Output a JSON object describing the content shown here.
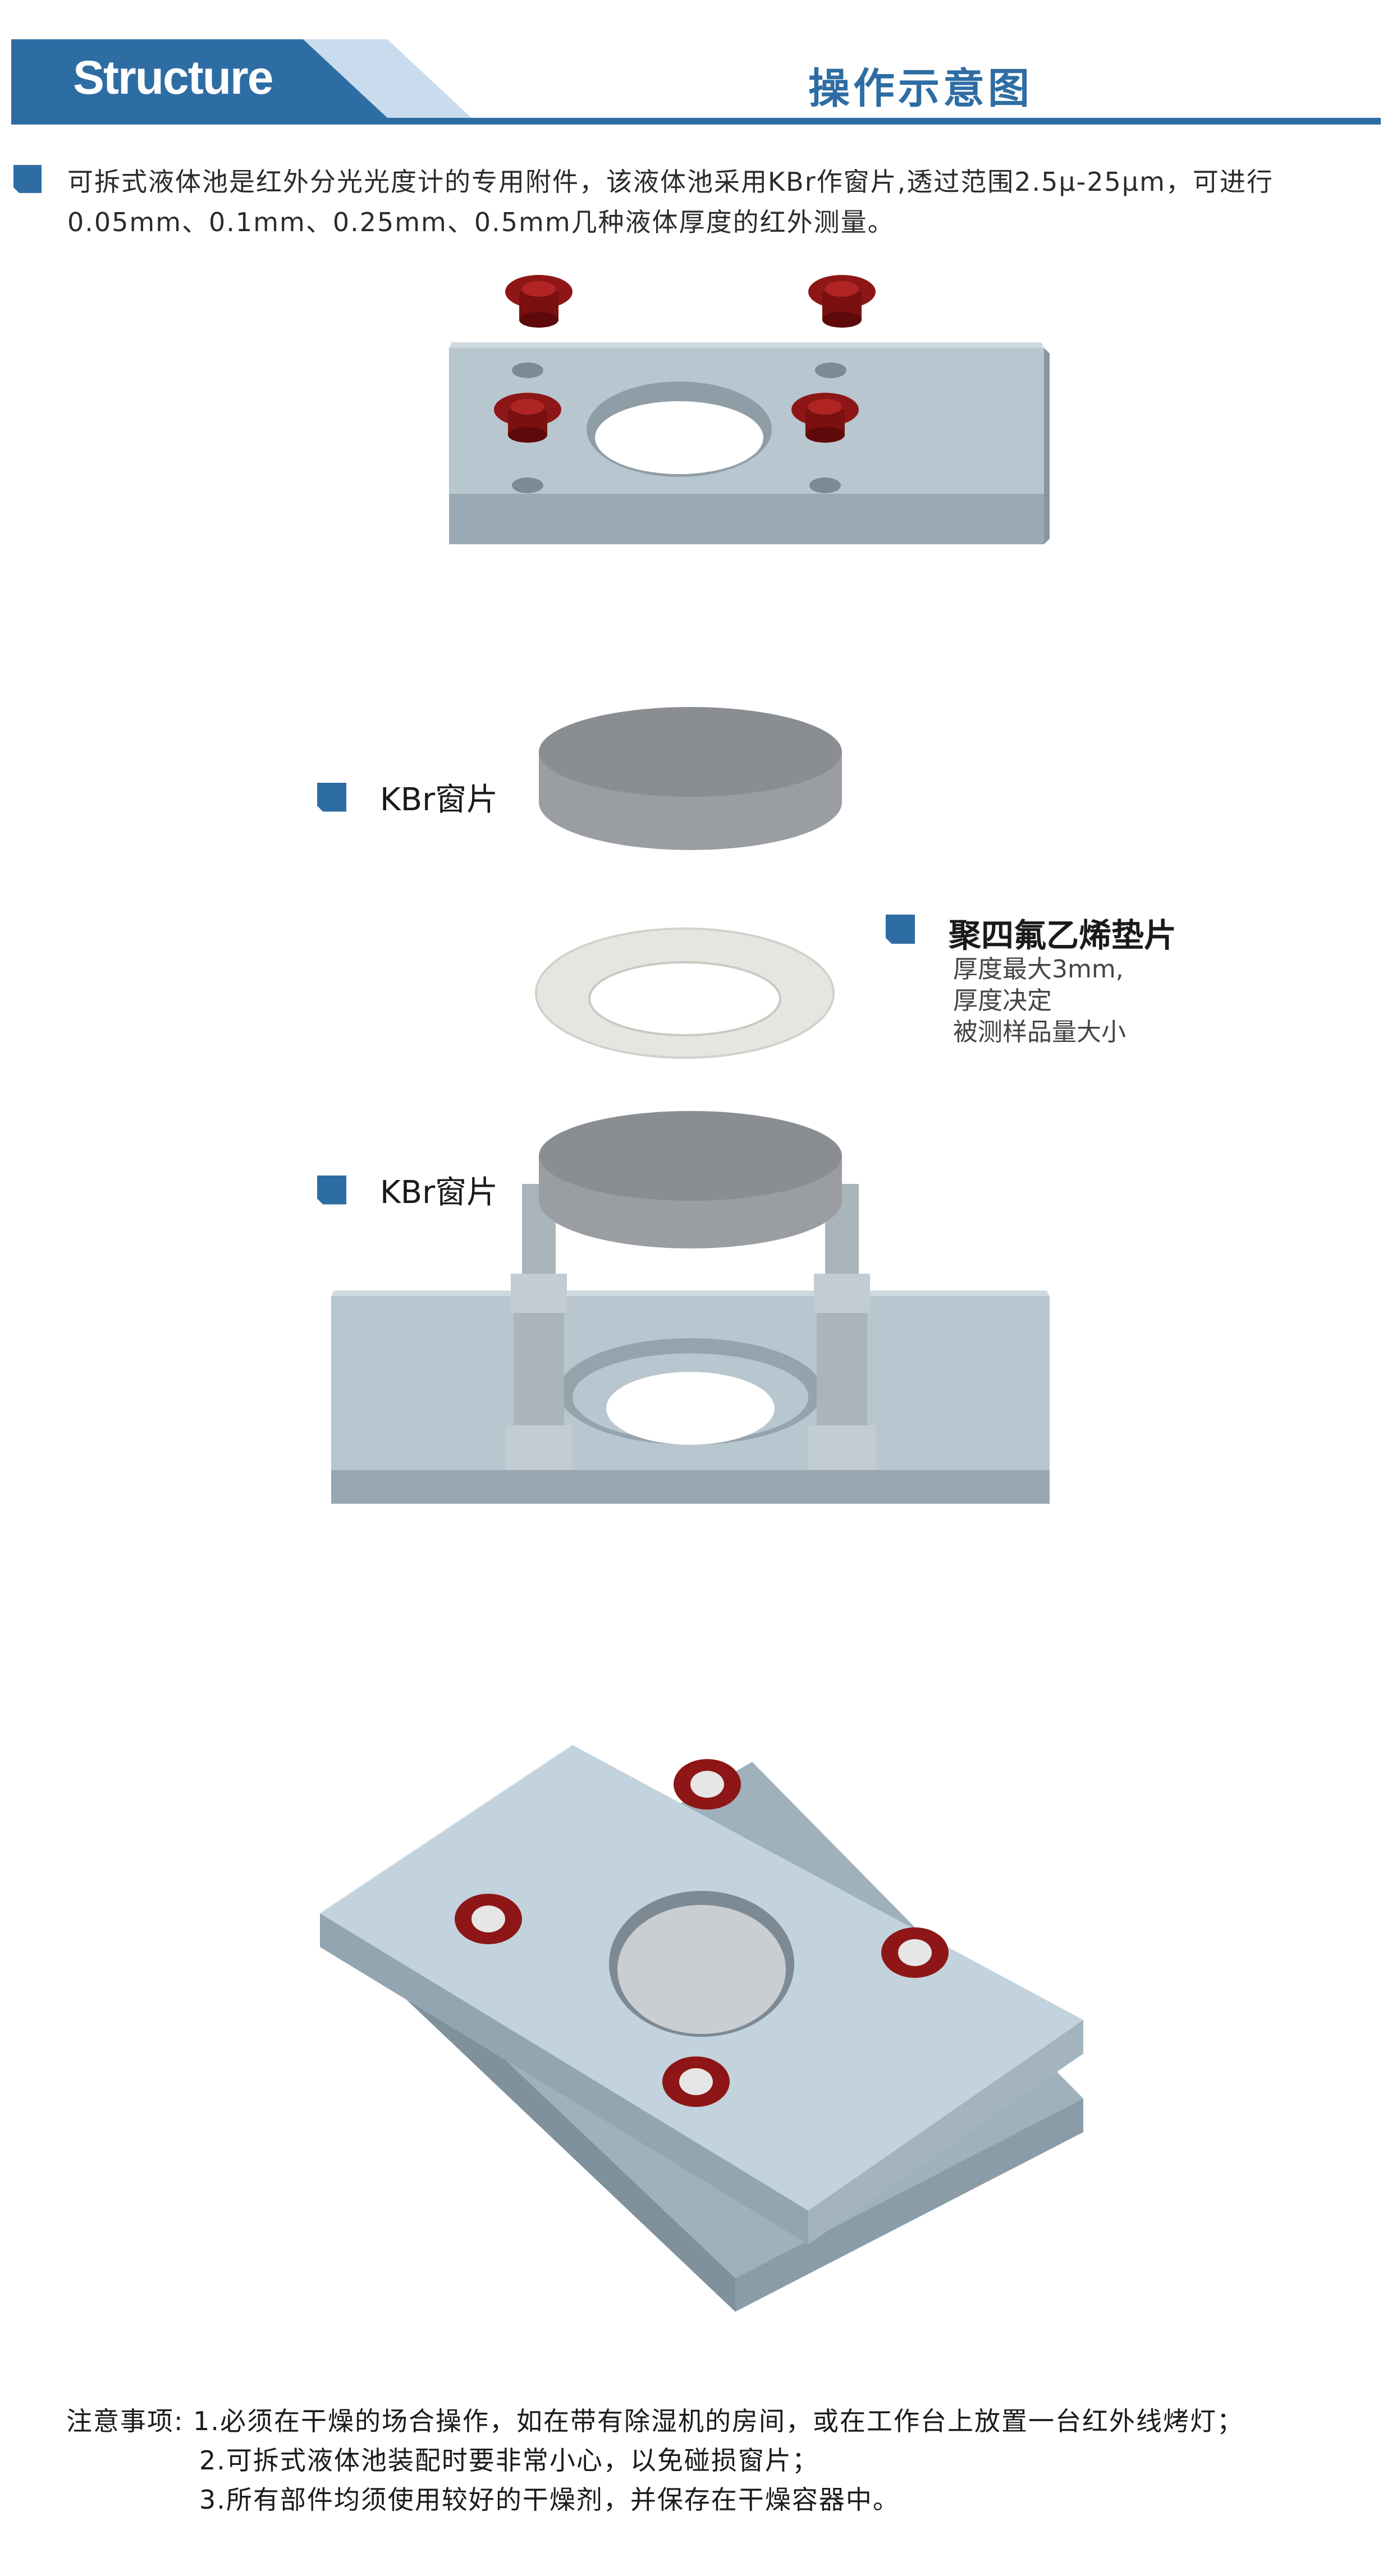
{
  "header": {
    "title_en": "Structure",
    "title_cn": "操作示意图",
    "colors": {
      "primary": "#2e6da3",
      "light": "#c9dced"
    }
  },
  "intro": {
    "icon": "square-bullet-icon",
    "line1": "可拆式液体池是红外分光光度计的专用附件，该液体池采用KBr作窗片,透过范围2.5μ-25μm，可进行",
    "line2": "0.05mm、0.1mm、0.25mm、0.5mm几种液体厚度的红外测量。"
  },
  "labels": {
    "kbr_top": "KBr窗片",
    "kbr_bottom": "KBr窗片",
    "ptfe_title": "聚四氟乙烯垫片",
    "ptfe_desc": [
      "厚度最大3mm,",
      "厚度决定",
      "被测样品量大小"
    ]
  },
  "notes": {
    "prefix": "注意事项: ",
    "items": [
      "1.必须在干燥的场合操作，如在带有除湿机的房间，或在工作台上放置一台红外线烤灯；",
      "2.可拆式液体池装配时要非常小心，以免碰损窗片；",
      "3.所有部件均须使用较好的干燥剂，并保存在干燥容器中。"
    ]
  }
}
